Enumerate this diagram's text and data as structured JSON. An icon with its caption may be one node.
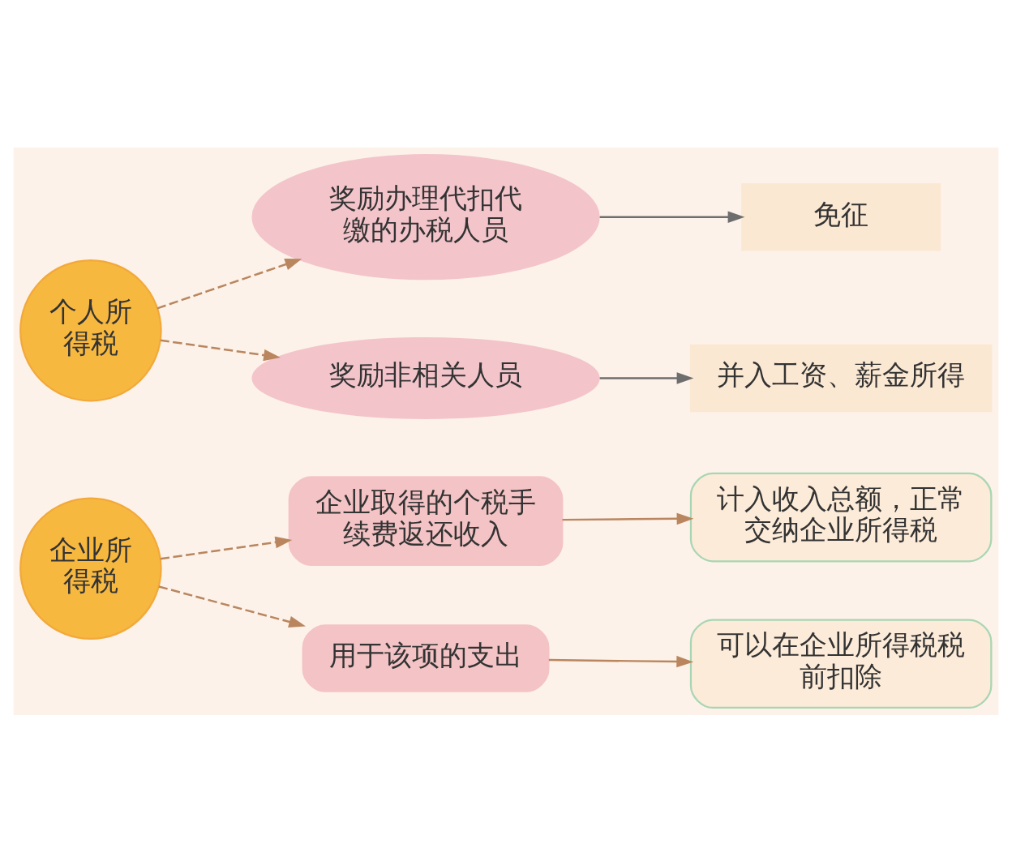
{
  "diagram": {
    "nodes": [
      {
        "text": [
          "个人所得税"
        ]
      },
      {
        "text": [
          "奖励办理代扣代缴的办税人员"
        ]
      },
      {
        "text": [
          "免征"
        ]
      },
      {
        "text": [
          "奖励非相关人员"
        ]
      },
      {
        "text": [
          "并入工资、薪金所得"
        ]
      },
      {
        "text": [
          "企业所得税"
        ]
      },
      {
        "text": [
          "企业取得的个税手续费返还收入"
        ]
      },
      {
        "text": [
          "计入收入总额，正常交纳企业所得税"
        ]
      },
      {
        "text": [
          "用于该项的支出"
        ]
      },
      {
        "text": [
          "可以在企业所得税税前扣除"
        ]
      }
    ],
    "edges": [
      {
        "from": 0,
        "to": 1,
        "arrow": "to",
        "style": "dashed"
      },
      {
        "from": 0,
        "to": 3,
        "arrow": "to",
        "style": "dashed"
      },
      {
        "from": 1,
        "to": 2,
        "arrow": "to",
        "color": "#6e6e6e"
      },
      {
        "from": 3,
        "to": 4,
        "arrow": "to",
        "color": "#6e6e6e"
      },
      {
        "from": 5,
        "to": 6,
        "arrow": "to",
        "style": "dashed"
      },
      {
        "from": 5,
        "to": 8,
        "arrow": "to",
        "style": "dashed"
      },
      {
        "from": 6,
        "to": 7,
        "arrow": "to"
      },
      {
        "from": 8,
        "to": 9,
        "arrow": "to"
      }
    ]
  }
}
